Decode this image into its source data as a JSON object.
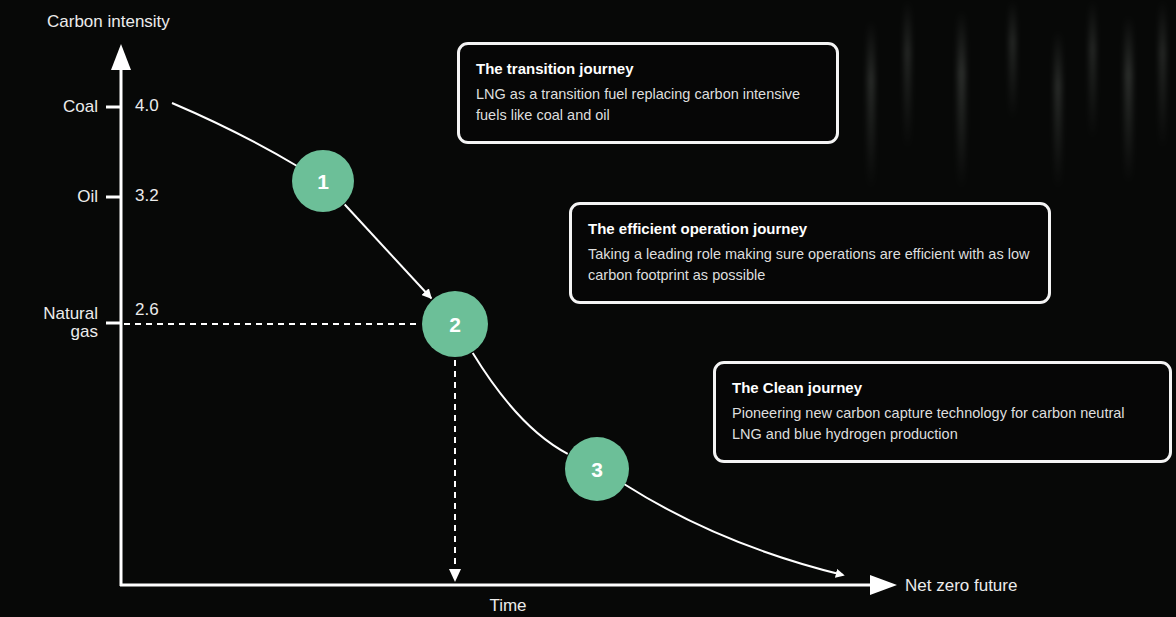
{
  "diagram": {
    "nodes": [
      {
        "text": [
          "The transition journey",
          "LNG as a transition fuel replacing carbon intensive fuels like coal and oil"
        ]
      },
      {
        "text": [
          "1"
        ]
      },
      {
        "text": [
          "The efficient operation journey",
          "Taking a leading role making sure operations are efficient with as low carbon footprint as possible"
        ]
      },
      {
        "text": [
          "2"
        ]
      },
      {
        "text": [
          "The Clean journey",
          "Pioneering new carbon capture technology for carbon neutral LNG and blue hydrogen production"
        ]
      },
      {
        "text": [
          "3"
        ]
      }
    ],
    "edges": [
      {
        "from": 1,
        "to": 3,
        "arrow": "to"
      },
      {
        "from": 3,
        "to": 5,
        "arrow": "none"
      }
    ],
    "labels": [
      "Carbon intensity",
      "Coal",
      "4.0",
      "Oil",
      "3.2",
      "Natural gas",
      "2.6",
      "Time",
      "Net zero future"
    ]
  }
}
